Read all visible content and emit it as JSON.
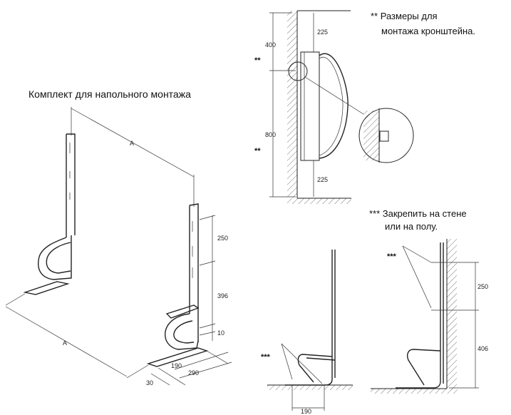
{
  "floor_kit": {
    "title": "Комплект для напольного монтажа",
    "dim_a_top": "A",
    "dim_a_bottom": "A",
    "dim_250": "250",
    "dim_396": "396",
    "dim_10": "10",
    "dim_190": "190",
    "dim_290": "290",
    "dim_30": "30"
  },
  "wall_bracket": {
    "note_line1": "** Размеры для",
    "note_line2": "монтажа кронштейна.",
    "dim_400": "400",
    "dim_225_top": "225",
    "dim_800": "800",
    "dim_225_bottom": "225",
    "marker_upper": "**",
    "marker_lower": "**"
  },
  "fix_note": {
    "line1": "*** Закрепить на стене",
    "line2": "или на полу."
  },
  "left_side_view": {
    "marker": "***",
    "dim_190": "190"
  },
  "right_side_view": {
    "marker": "***",
    "dim_250": "250",
    "dim_406": "406"
  },
  "colors": {
    "line": "#222222",
    "background": "#ffffff"
  }
}
